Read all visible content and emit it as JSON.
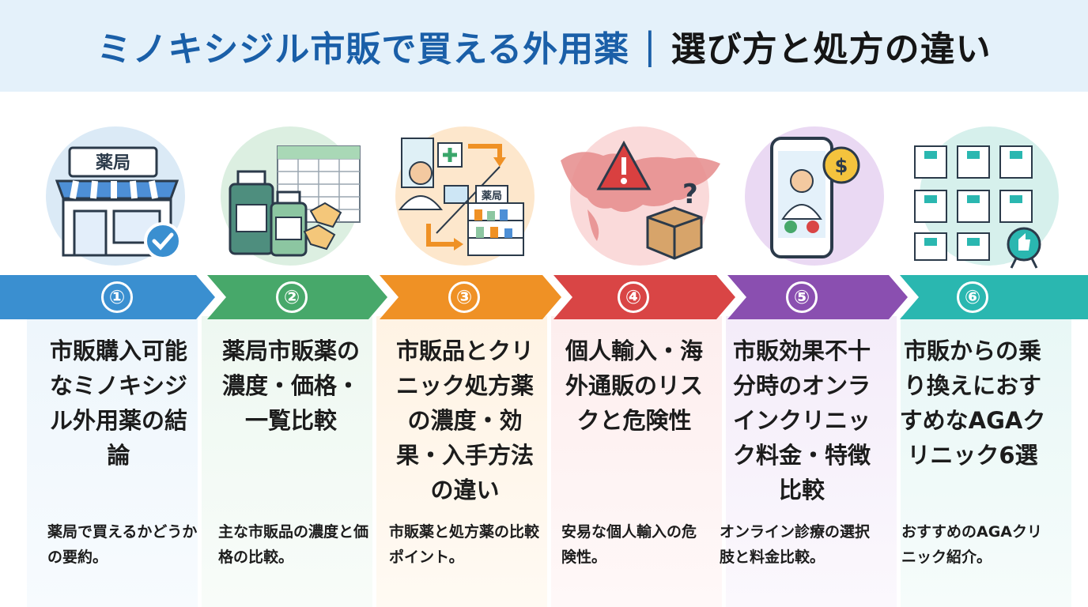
{
  "title": {
    "main": "ミノキシジル市販で買える外用薬",
    "separator": "|",
    "sub": "選び方と処方の違い"
  },
  "colors": {
    "header_bg": "#e4f1fa",
    "title_blue": "#1a5fa8",
    "step1": "#3a8fd0",
    "step2": "#47a86a",
    "step3": "#ef9125",
    "step4": "#d94545",
    "step5": "#8a4fb0",
    "step6": "#2ab7b0"
  },
  "steps": [
    {
      "number": "①",
      "heading": "市販購入可能なミノキシジル外用薬の結論",
      "desc": "薬局で買えるかどうかの要約。",
      "icon": "pharmacy-store-check-icon",
      "sign": "薬局"
    },
    {
      "number": "②",
      "heading": "薬局市販薬の濃度・価格・一覧比較",
      "desc": "主な市販品の濃度と価格の比較。",
      "icon": "medicine-bottles-price-table-icon"
    },
    {
      "number": "③",
      "heading": "市販品とクリニック処方薬の濃度・効果・入手方法の違い",
      "desc": "市販薬と処方薬の比較ポイント。",
      "icon": "doctor-vs-pharmacy-icon",
      "sign": "薬局"
    },
    {
      "number": "④",
      "heading": "個人輸入・海外通販のリスクと危険性",
      "desc": "安易な個人輸入の危険性。",
      "icon": "world-map-warning-package-icon"
    },
    {
      "number": "⑤",
      "heading": "市販効果不十分時のオンラインクリニック料金・特徴比較",
      "desc": "オンライン診療の選択肢と料金比較。",
      "icon": "smartphone-doctor-coin-icon"
    },
    {
      "number": "⑥",
      "heading": "市販からの乗り換えにおすすめなAGAクリニック6選",
      "desc": "おすすめのAGAクリニック紹介。",
      "icon": "clinic-buildings-badge-icon"
    }
  ]
}
